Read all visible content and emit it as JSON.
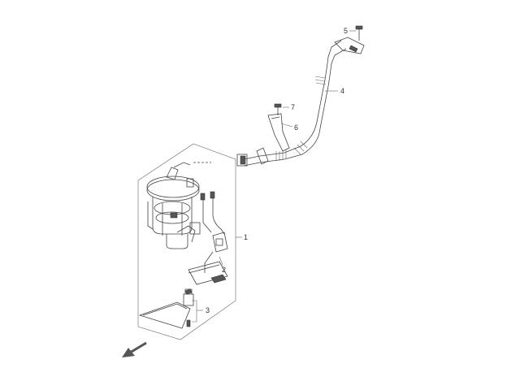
{
  "diagram": {
    "callouts": [
      {
        "id": "1",
        "label": "1"
      },
      {
        "id": "2",
        "label": "2"
      },
      {
        "id": "3",
        "label": "3"
      },
      {
        "id": "4",
        "label": "4"
      },
      {
        "id": "5",
        "label": "5"
      },
      {
        "id": "6",
        "label": "6"
      },
      {
        "id": "7",
        "label": "7"
      }
    ],
    "colors": {
      "line": "#444444",
      "fill_dark": "#555555",
      "background": "#ffffff"
    },
    "icons": [
      "front-direction-arrow-icon"
    ]
  }
}
